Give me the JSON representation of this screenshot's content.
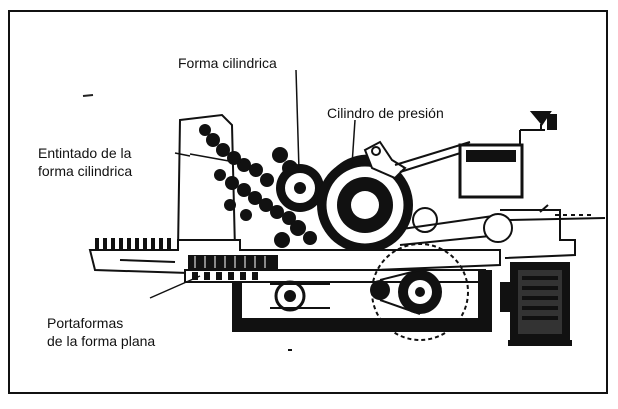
{
  "labels": {
    "forma_cilindrica": "Forma cilindrica",
    "cilindro_presion": "Cilindro de presión",
    "entintado_line1": "Entintado de la",
    "entintado_line2": "forma cilindrica",
    "portaformas_line1": "Portaformas",
    "portaformas_line2": "de la forma plana"
  }
}
